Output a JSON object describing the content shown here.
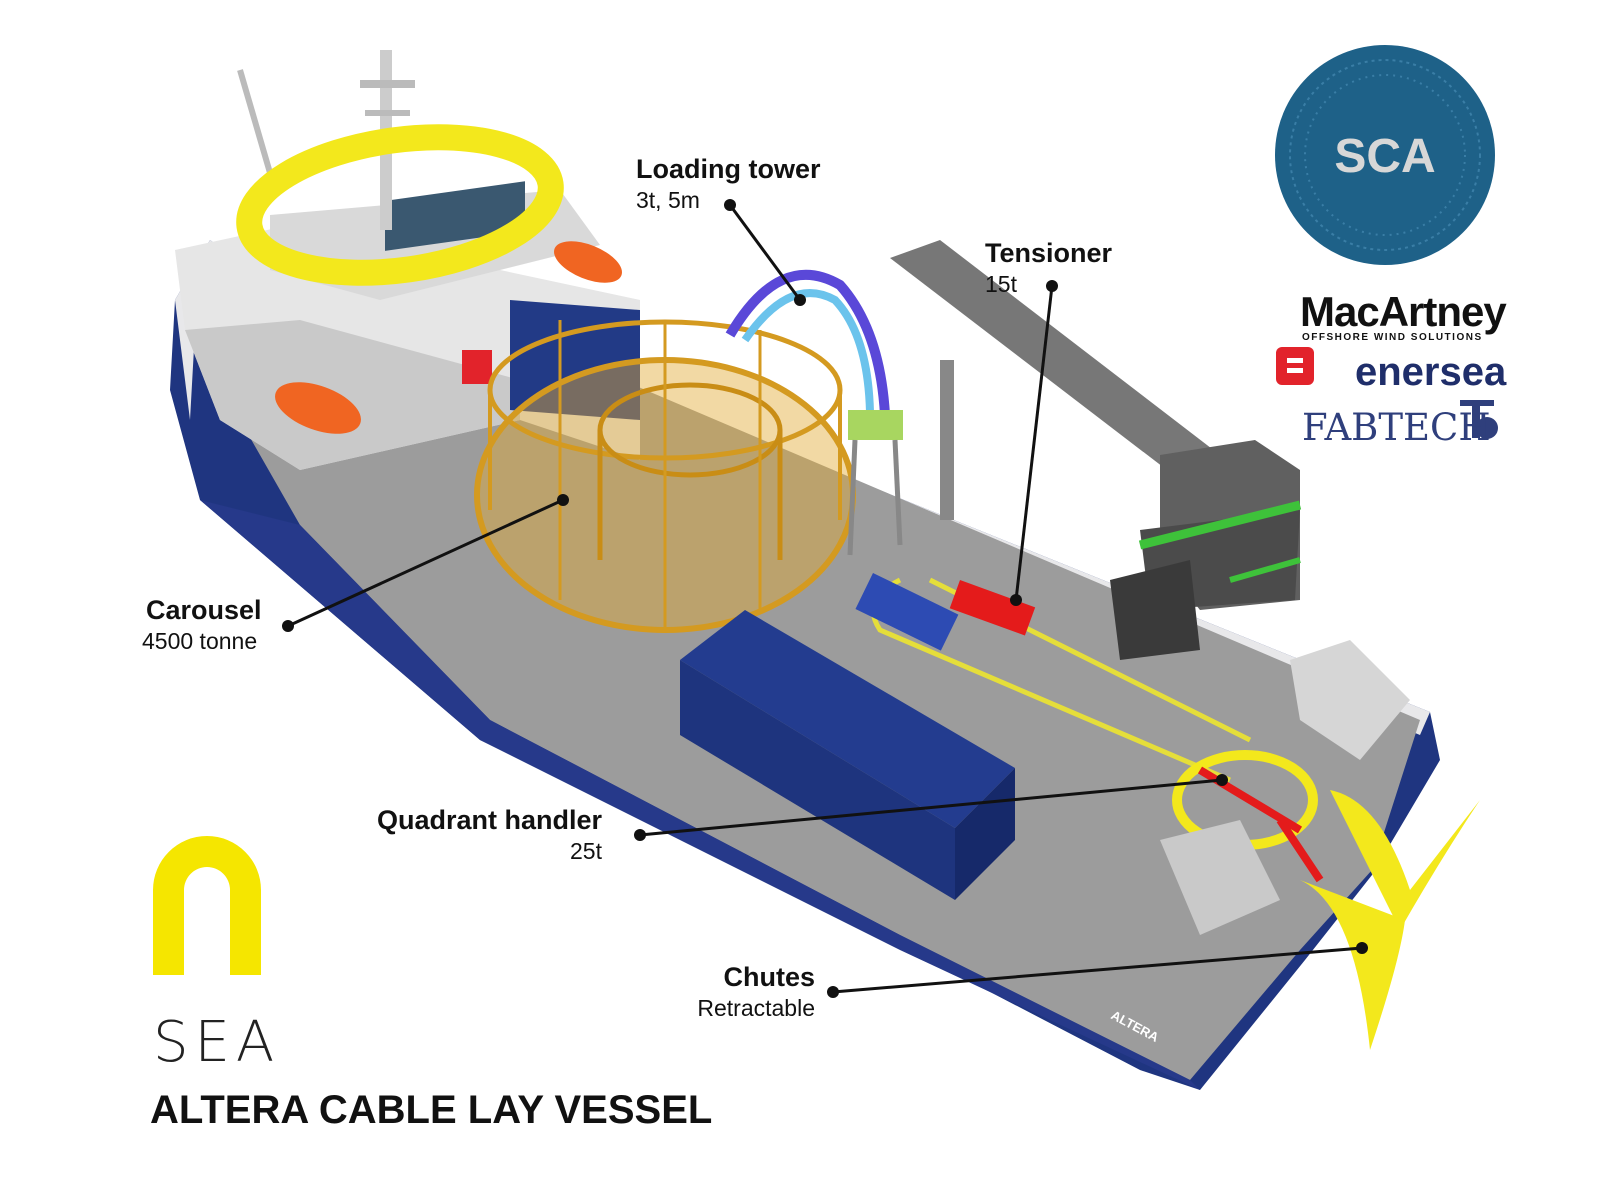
{
  "title": "ALTERA CABLE LAY VESSEL",
  "brand": {
    "mark_word": "SEA",
    "mark_color": "#f5e600"
  },
  "callouts": [
    {
      "title": "Loading tower",
      "sub": "3t, 5m"
    },
    {
      "title": "Tensioner",
      "sub": "15t"
    },
    {
      "title": "Carousel",
      "sub": "4500 tonne"
    },
    {
      "title": "Quadrant handler",
      "sub": "25t"
    },
    {
      "title": "Chutes",
      "sub": "Retractable"
    }
  ],
  "partners": {
    "sca": "SCA",
    "macartney": "MacArtney",
    "macartney_sub": "OFFSHORE WIND SOLUTIONS",
    "enersea": "enersea",
    "fabtech": "FABTECH"
  },
  "hull_name": "ALTERA",
  "colors": {
    "hull": "#1f3580",
    "deck": "#9a9a9a",
    "carousel": "#e0a52a",
    "yellow": "#f3e81c",
    "sca_disc": "#1e6188",
    "crane": "#6f6f6f",
    "tensioner": "#e62020",
    "lifeboat": "#f06522",
    "enersea_red": "#e2232b"
  }
}
